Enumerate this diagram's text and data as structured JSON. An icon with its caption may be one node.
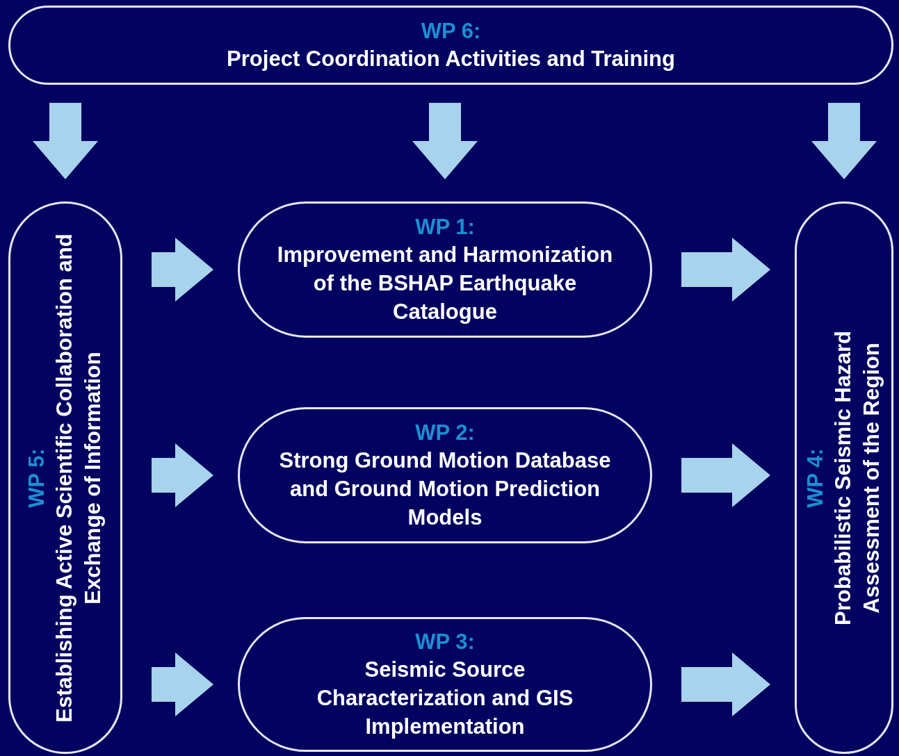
{
  "diagram": {
    "nodes": [
      {
        "text": [
          "WP 6:",
          "Project Coordination Activities and Training"
        ]
      },
      {
        "text": [
          "WP 5:",
          "Establishing Active Scientific Collaboration and Exchange of Information"
        ]
      },
      {
        "text": [
          "WP 1:",
          "Improvement and Harmonization of the BSHAP Earthquake Catalogue"
        ]
      },
      {
        "text": [
          "WP 2:",
          "Strong Ground Motion Database and Ground Motion Prediction Models"
        ]
      },
      {
        "text": [
          "WP 3:",
          "Seismic Source Characterization and GIS Implementation"
        ]
      },
      {
        "text": [
          "WP 4:",
          "Probabilistic Seismic Hazard Assessment of the Region"
        ]
      }
    ],
    "edges": [
      {
        "from": 0,
        "to": 1,
        "arrow": "to"
      },
      {
        "from": 0,
        "to": 2,
        "arrow": "to"
      },
      {
        "from": 0,
        "to": 5,
        "arrow": "to"
      },
      {
        "from": 1,
        "to": 2,
        "arrow": "to"
      },
      {
        "from": 1,
        "to": 3,
        "arrow": "to"
      },
      {
        "from": 1,
        "to": 4,
        "arrow": "to"
      },
      {
        "from": 2,
        "to": 5,
        "arrow": "to"
      },
      {
        "from": 3,
        "to": 5,
        "arrow": "to"
      },
      {
        "from": 4,
        "to": 5,
        "arrow": "to"
      }
    ]
  }
}
